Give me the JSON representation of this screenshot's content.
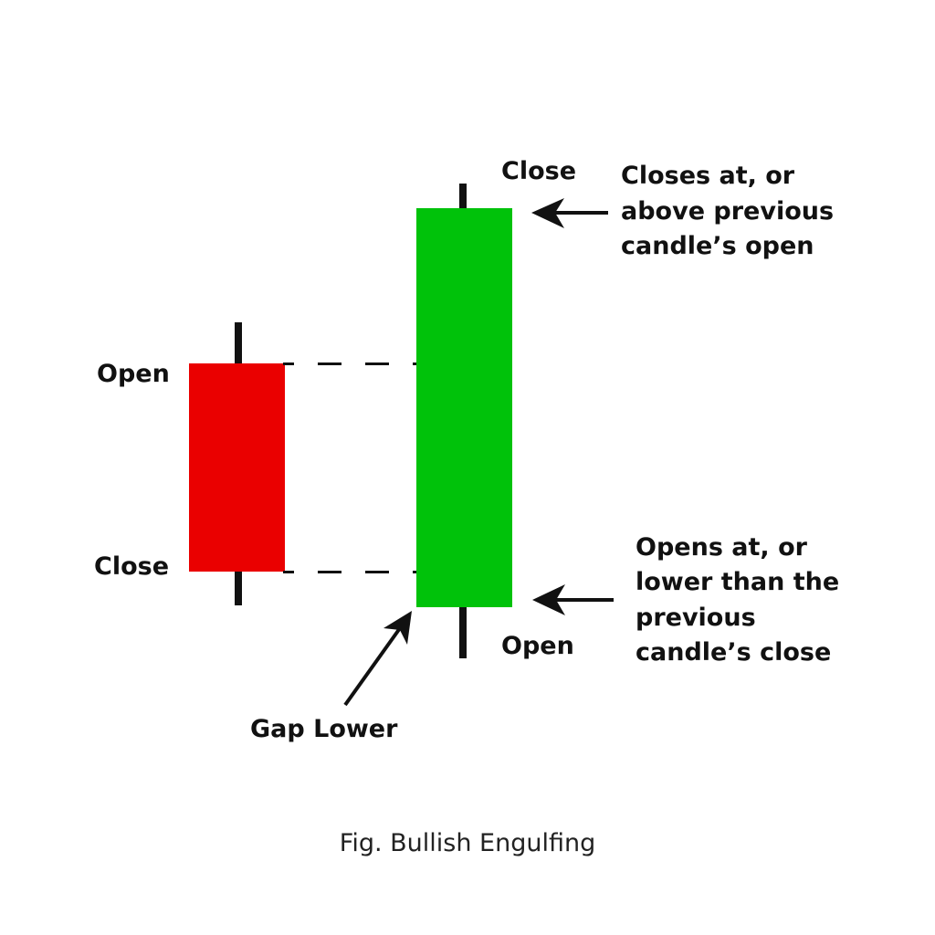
{
  "diagram": {
    "type": "candlestick-pattern",
    "caption": "Fig. Bullish Engulfing",
    "colors": {
      "background": "#ffffff",
      "bearish": "#ea0000",
      "bullish": "#00c20a",
      "line": "#111111"
    },
    "candles": [
      {
        "name": "previous-candle",
        "direction": "bearish",
        "top_label": "Open",
        "bottom_label": "Close"
      },
      {
        "name": "engulfing-candle",
        "direction": "bullish",
        "top_label": "Close",
        "bottom_label": "Open"
      }
    ],
    "annotations": {
      "close_note": {
        "lines": [
          "Closes at, or",
          "above previous",
          "candle’s open"
        ]
      },
      "open_note": {
        "lines": [
          "Opens at, or",
          "lower than the",
          "previous",
          "candle’s close"
        ]
      },
      "gap_note": "Gap Lower"
    }
  }
}
